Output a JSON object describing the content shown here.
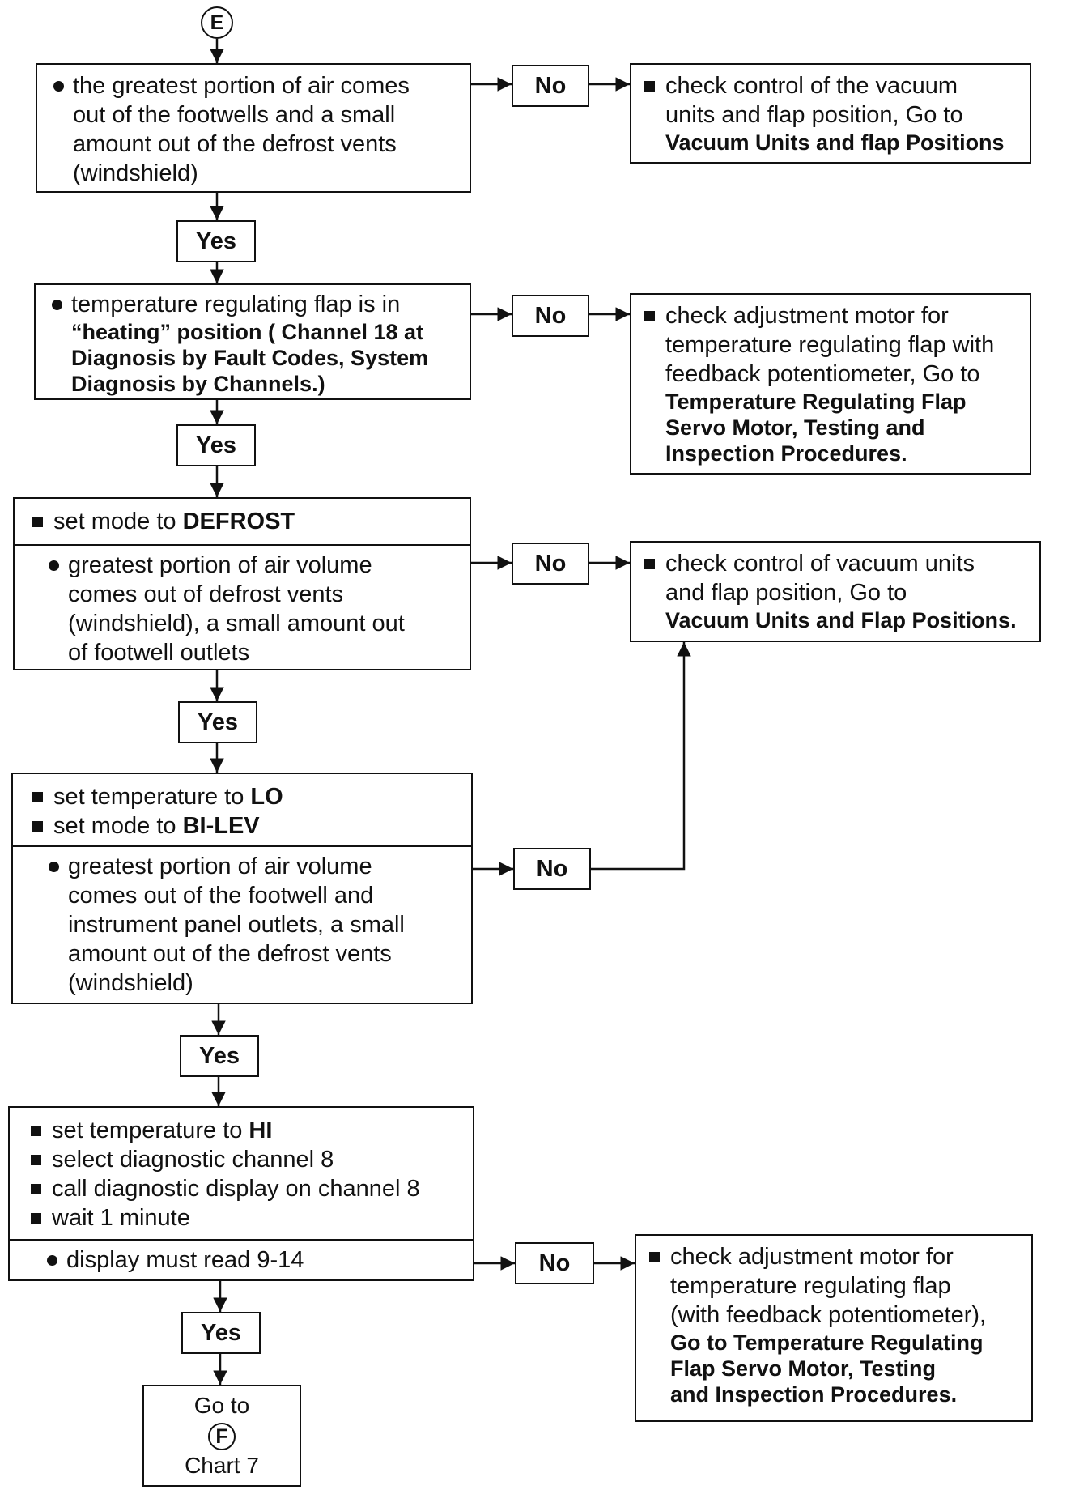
{
  "start_connector": "E",
  "yes_label": "Yes",
  "no_label": "No",
  "step1": {
    "lines": [
      "the greatest portion of air comes",
      "out of the footwells and a small",
      "amount out of the defrost vents",
      "(windshield)"
    ],
    "no_action": [
      "check control of the vacuum",
      "units and flap position, Go to",
      "Vacuum Units and flap Positions"
    ]
  },
  "step2": {
    "lines": [
      "temperature regulating flap is in",
      "“heating” position ( Channel 18 at",
      "Diagnosis by Fault Codes, System",
      "Diagnosis by Channels.)"
    ],
    "no_action": [
      "check adjustment motor for",
      "temperature regulating flap with",
      "feedback potentiometer, Go to",
      "Temperature Regulating Flap",
      "Servo Motor, Testing and",
      "Inspection Procedures."
    ]
  },
  "step3": {
    "set_prefix": "set mode to ",
    "set_value": "DEFROST",
    "lines": [
      "greatest portion of air volume",
      "comes out of defrost vents",
      "(windshield), a small amount out",
      "of footwell outlets"
    ],
    "no_action": [
      "check control of vacuum units",
      "and flap position, Go to",
      "Vacuum Units and Flap Positions."
    ]
  },
  "step4": {
    "set_temp_prefix": "set temperature to ",
    "set_temp_value": "LO",
    "set_mode_prefix": "set mode to ",
    "set_mode_value": "BI-LEV",
    "lines": [
      "greatest portion of air volume",
      "comes out of the footwell and",
      "instrument panel outlets, a small",
      "amount out of the defrost vents",
      "(windshield)"
    ]
  },
  "step5": {
    "set_temp_prefix": "set temperature to ",
    "set_temp_value": "HI",
    "actions": [
      "select diagnostic channel 8",
      "call diagnostic display on channel 8",
      "wait 1 minute"
    ],
    "check": "display must read 9-14",
    "no_action_regular": [
      "check adjustment motor for",
      "temperature regulating flap",
      "(with feedback potentiometer),"
    ],
    "no_action_bold": [
      "Go to Temperature Regulating",
      "Flap Servo Motor, Testing",
      "and Inspection Procedures."
    ]
  },
  "end": {
    "goto": "Go to",
    "connector": "F",
    "chart": "Chart 7"
  }
}
